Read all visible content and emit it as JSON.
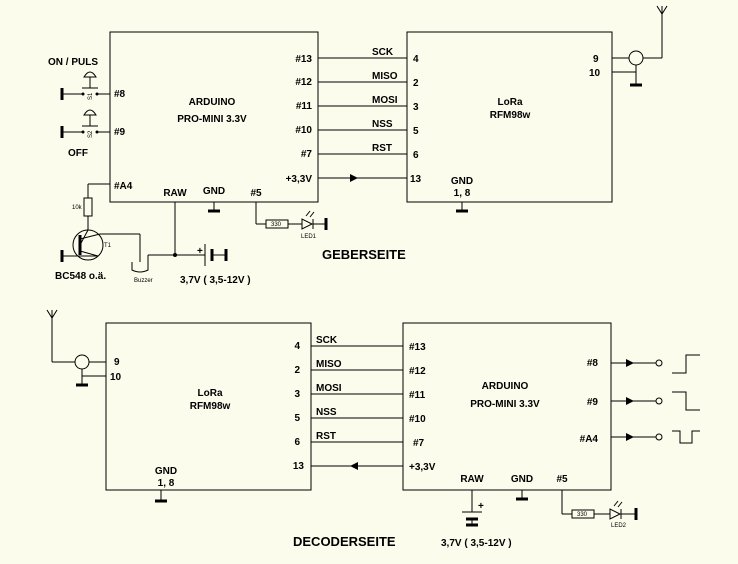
{
  "top": {
    "title": "GEBERSEITE",
    "arduino": {
      "name": "ARDUINO",
      "model": "PRO-MINI 3.3V"
    },
    "lora": {
      "name": "LoRa",
      "model": "RFM98w"
    },
    "arduino_pins": [
      "#13",
      "#12",
      "#11",
      "#10",
      "#7",
      "+3,3V"
    ],
    "lora_pins": [
      "4",
      "2",
      "3",
      "5",
      "6",
      "13"
    ],
    "signals": [
      "SCK",
      "MISO",
      "MOSI",
      "NSS",
      "RST"
    ],
    "antenna_pins": [
      "9",
      "10"
    ],
    "lora_gnd": {
      "label": "GND",
      "pins": "1, 8"
    },
    "left_pins": [
      "#8",
      "#9",
      "#A4"
    ],
    "switch_labels": [
      "ON / PULS",
      "OFF"
    ],
    "switch_refs": [
      "S1",
      "S2"
    ],
    "bottom_pins": [
      "RAW",
      "GND",
      "#5"
    ],
    "resistor_top": "10k",
    "transistor_ref": "T1",
    "transistor_label": "BC548 o.ä.",
    "buzzer_label": "Buzzer",
    "resistor_led": "330",
    "led_label": "LED1",
    "battery_label": "3,7V  ( 3,5-12V )",
    "battery_plus": "+"
  },
  "bottom": {
    "title": "DECODERSEITE",
    "lora": {
      "name": "LoRa",
      "model": "RFM98w"
    },
    "arduino": {
      "name": "ARDUINO",
      "model": "PRO-MINI 3.3V"
    },
    "lora_pins": [
      "4",
      "2",
      "3",
      "5",
      "6",
      "13"
    ],
    "arduino_pins": [
      "#13",
      "#12",
      "#11",
      "#10",
      "#7",
      "+3,3V"
    ],
    "signals": [
      "SCK",
      "MISO",
      "MOSI",
      "NSS",
      "RST"
    ],
    "antenna_pins": [
      "9",
      "10"
    ],
    "lora_gnd": {
      "label": "GND",
      "pins": "1, 8"
    },
    "output_pins": [
      "#8",
      "#9",
      "#A4"
    ],
    "bottom_pins": [
      "RAW",
      "GND",
      "#5"
    ],
    "battery_label": "3,7V  ( 3,5-12V )",
    "battery_plus": "+",
    "resistor_led": "330",
    "led_label": "LED2"
  }
}
